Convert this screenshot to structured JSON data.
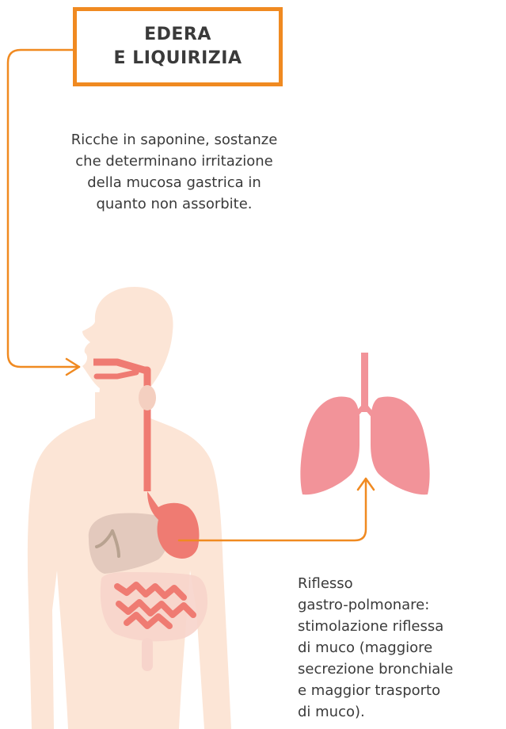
{
  "title": {
    "line1": "EDERA",
    "line2": "E LIQUIRIZIA"
  },
  "description": {
    "lines": [
      "Ricche in saponine, sostanze",
      "che determinano irritazione",
      "della mucosa gastrica in",
      "quanto non assorbite."
    ]
  },
  "reflex": {
    "lines": [
      "Riflesso",
      "gastro-polmonare:",
      "stimolazione riflessa",
      "di muco (maggiore",
      "secrezione bronchiale",
      "e maggior trasporto",
      "di muco)."
    ]
  },
  "colors": {
    "accent": "#F08A21",
    "body_silhouette": "#FCE5D6",
    "digestive_tract": "#EF7B72",
    "lungs": "#F29399",
    "text": "#3A3A3A"
  },
  "icons": [
    "human-body",
    "esophagus",
    "stomach",
    "intestine",
    "liver",
    "lungs",
    "arrow"
  ]
}
